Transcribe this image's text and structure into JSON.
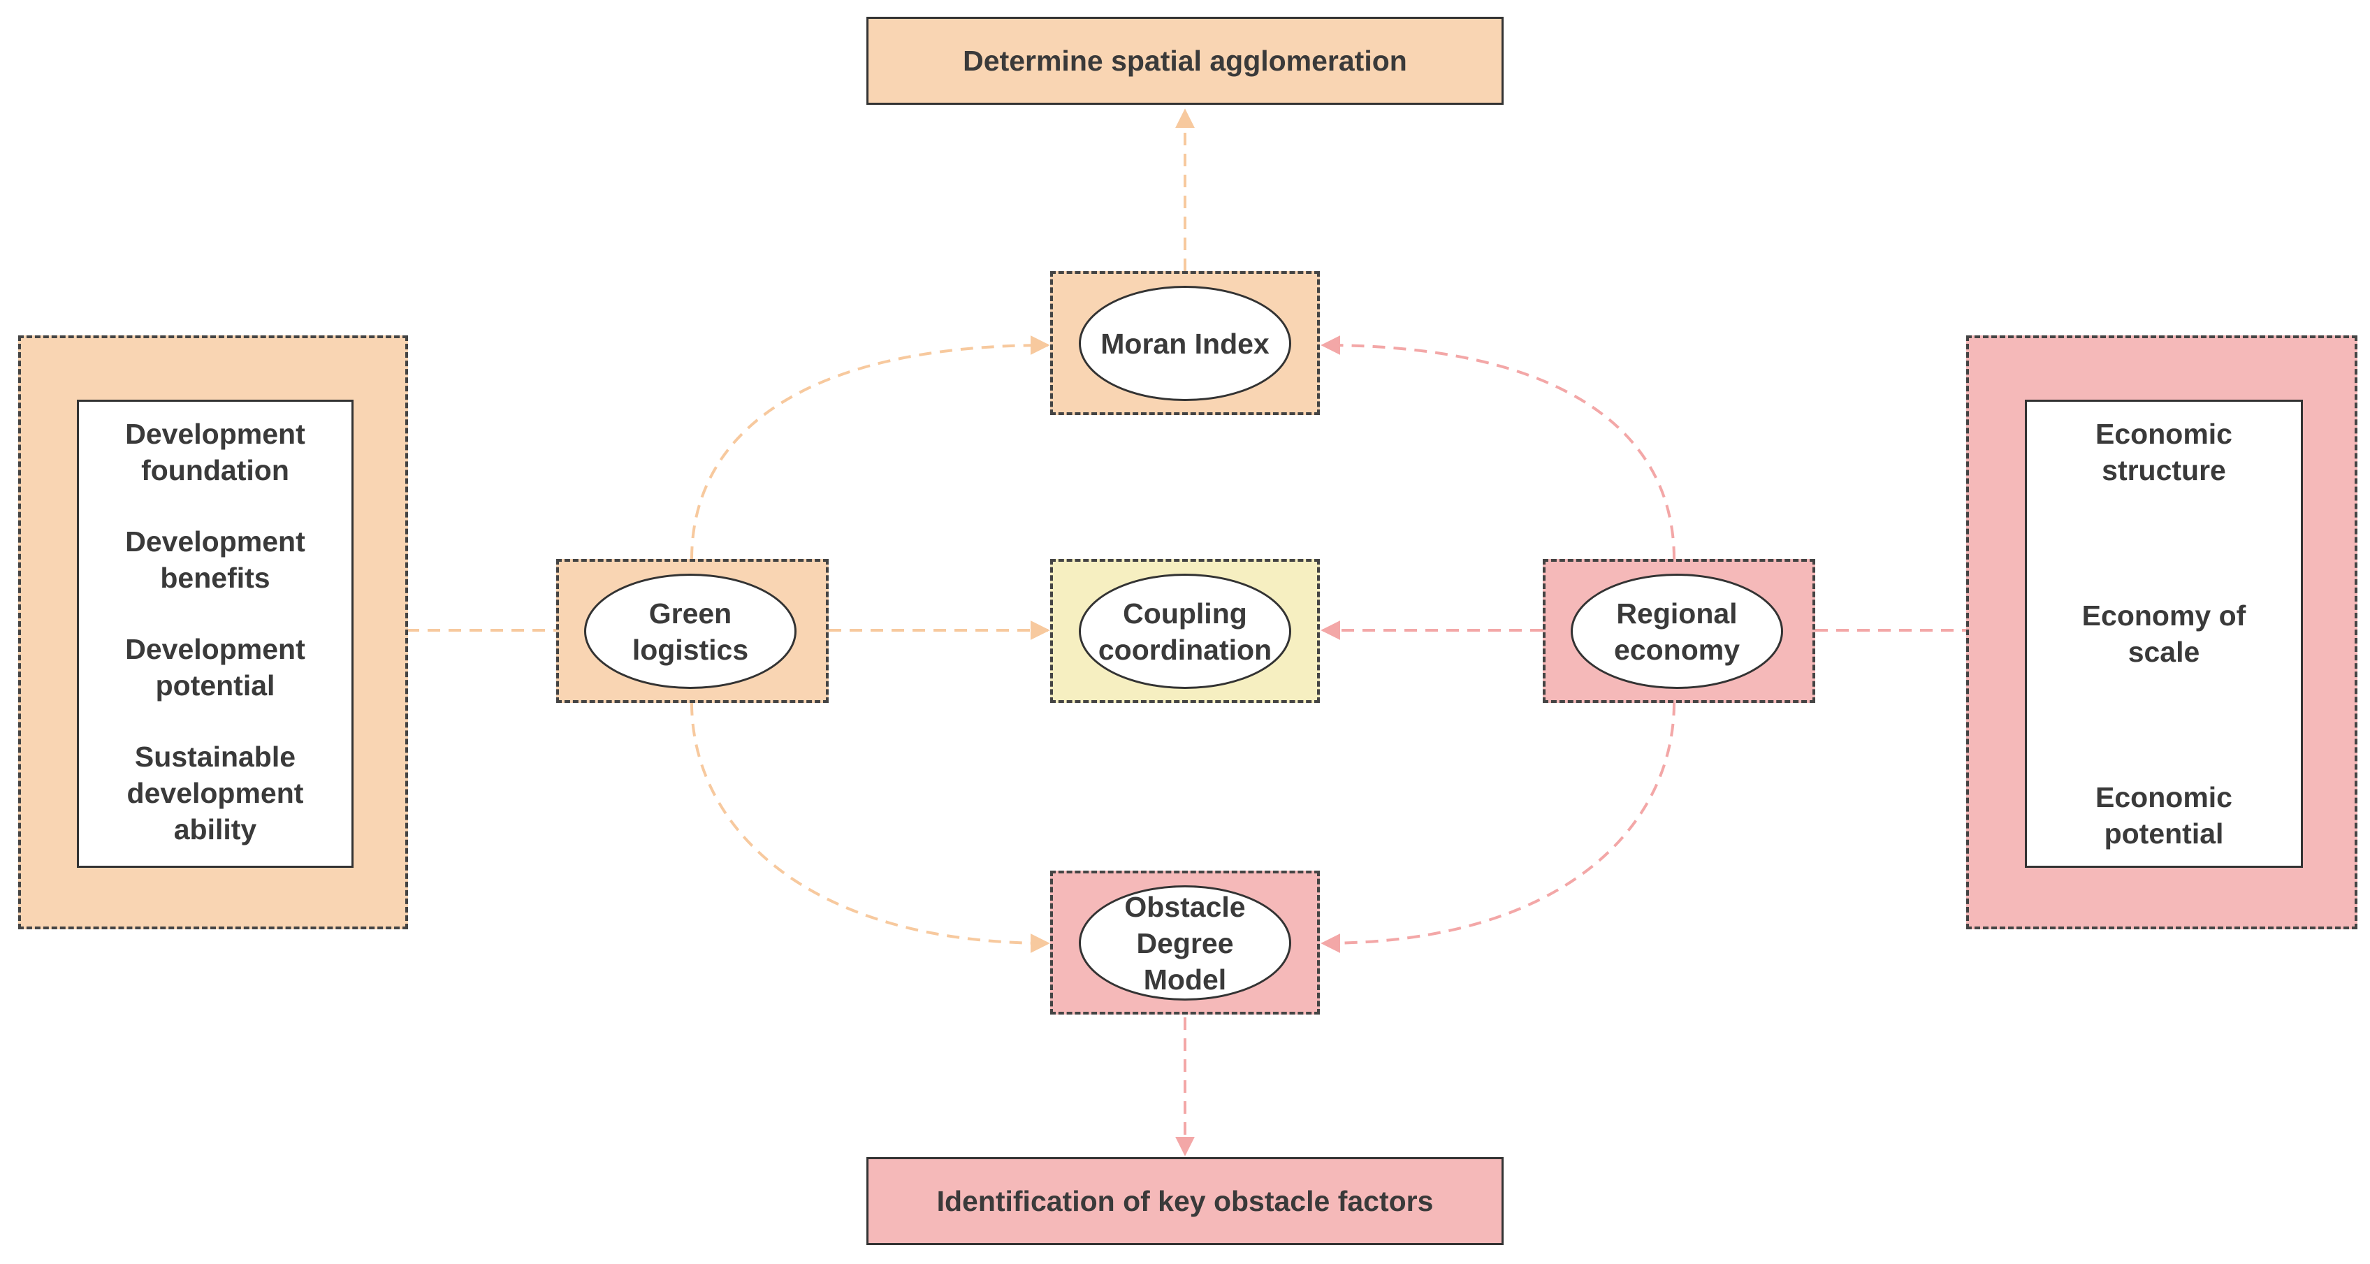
{
  "colors": {
    "orange_fill": "#f9d5b3",
    "pink_fill": "#f5b9b9",
    "yellow_fill": "#f6efc1",
    "orange_line": "#f7c99e",
    "pink_line": "#f3a7a7",
    "border": "#444444"
  },
  "top_box": {
    "label": "Determine spatial agglomeration"
  },
  "bottom_box": {
    "label": "Identification of key obstacle factors"
  },
  "moran": {
    "label": "Moran Index"
  },
  "coupling": {
    "label": "Coupling\ncoordination"
  },
  "obstacle": {
    "label": "Obstacle\nDegree\nModel"
  },
  "green": {
    "label": "Green\nlogistics"
  },
  "regional": {
    "label": "Regional\neconomy"
  },
  "left_panel": {
    "items": [
      "Development\nfoundation",
      "Development\nbenefits",
      "Development\npotential",
      "Sustainable\ndevelopment\nability"
    ]
  },
  "right_panel": {
    "items": [
      "Economic\nstructure",
      "Economy of\nscale",
      "Economic\npotential"
    ]
  }
}
